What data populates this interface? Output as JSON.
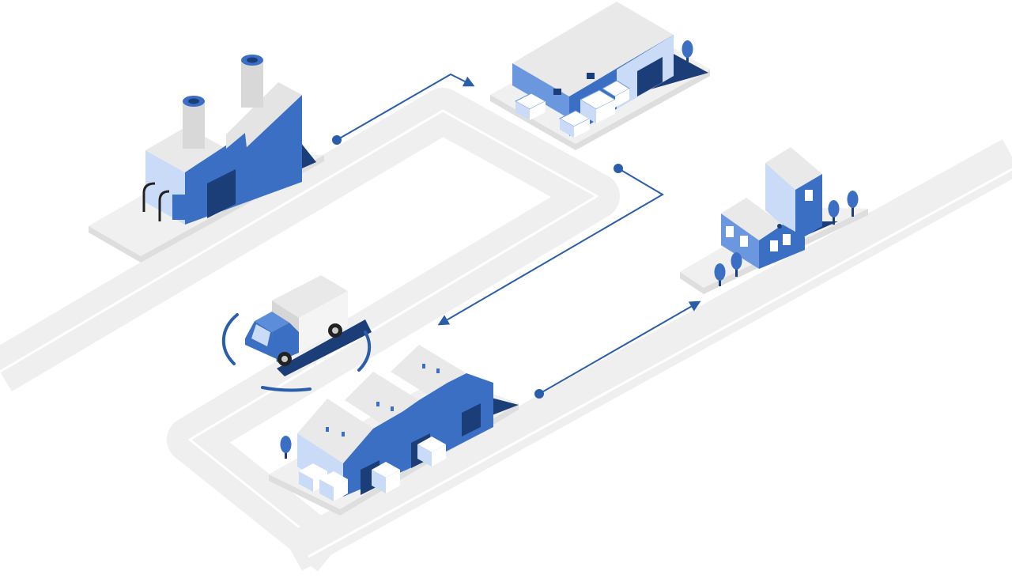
{
  "diagram": {
    "kind": "isometric supply chain flow",
    "colors": {
      "road": "#efefef",
      "road_line": "#ffffff",
      "platform": "#eeeeee",
      "platform_edge": "#dedede",
      "roof": "#e9e9e9",
      "wall_dark": "#3a6fc4",
      "wall_mid": "#5b8ddb",
      "wall_light": "#c9dbf7",
      "shadow": "#1c3e78",
      "arrow": "#2a5eaa"
    },
    "nodes": [
      {
        "id": "factory",
        "icon": "factory-icon"
      },
      {
        "id": "warehouse",
        "icon": "warehouse-icon"
      },
      {
        "id": "house",
        "icon": "house-icon"
      },
      {
        "id": "distribution-center",
        "icon": "distribution-center-icon"
      },
      {
        "id": "truck",
        "icon": "delivery-truck-icon"
      }
    ],
    "flows": [
      {
        "from": "factory",
        "to": "warehouse"
      },
      {
        "from": "warehouse",
        "to": "truck"
      },
      {
        "from": "distribution-center",
        "to": "house"
      }
    ]
  }
}
